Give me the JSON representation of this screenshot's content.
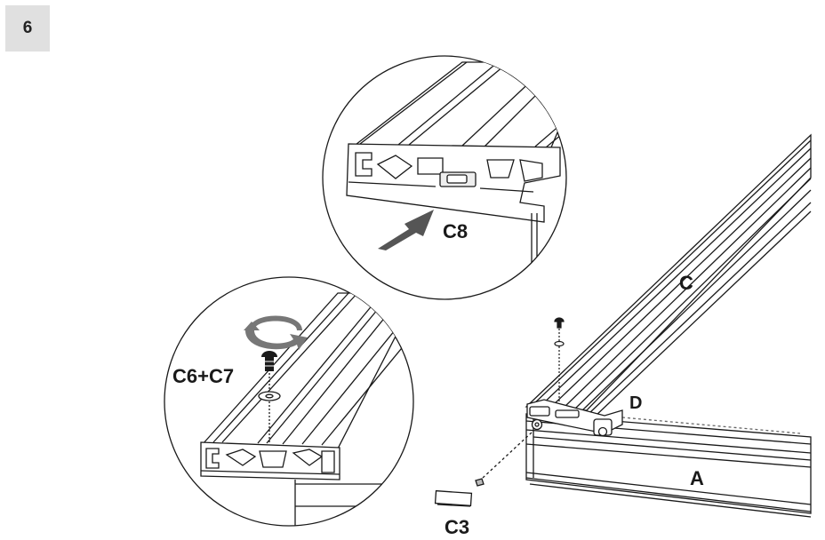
{
  "step": {
    "number": "6"
  },
  "labels": {
    "c8": "C8",
    "c6c7": "C6+C7",
    "c": "C",
    "d": "D",
    "a": "A",
    "c3": "C3"
  }
}
